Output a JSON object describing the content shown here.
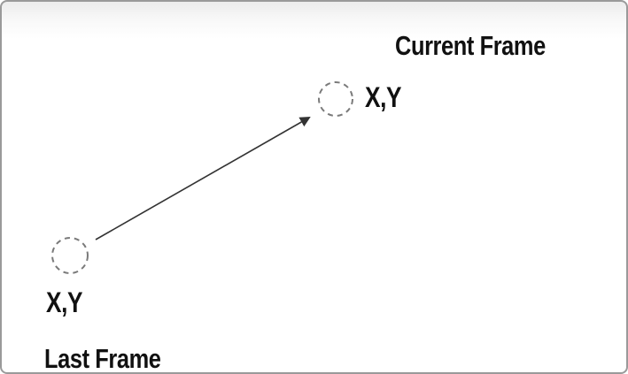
{
  "current_frame": {
    "title": "Current Frame",
    "coord_label": "X,Y"
  },
  "last_frame": {
    "title": "Last Frame",
    "coord_label": "X,Y"
  },
  "colors": {
    "stroke": "#333333",
    "marker_outline": "#7a7a7a",
    "text": "#111111",
    "border": "#9a9a9a"
  }
}
